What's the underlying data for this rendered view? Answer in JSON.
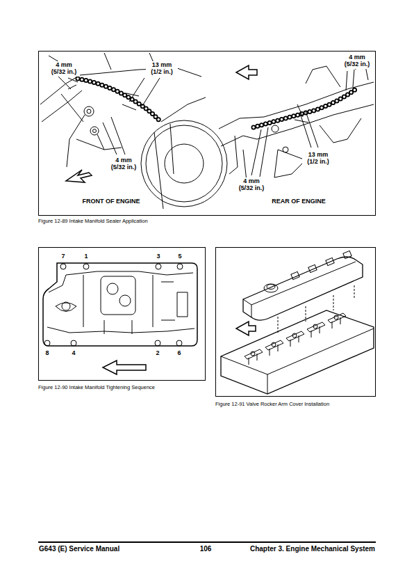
{
  "diagram": {
    "labels": [
      "4 mm (5/32 in.)",
      "13 mm (1/2 in.)",
      "4 mm (5/32 in.)",
      "FRONT OF ENGINE",
      "4 mm (5/32 in.)",
      "13 mm (1/2 in.)",
      "4 mm (5/32 in.)",
      "REAR OF ENGINE",
      "Figure 12-89 Intake Manifold Sealer Application",
      "7",
      "1",
      "3",
      "5",
      "8",
      "4",
      "2",
      "6",
      "Figure 12-90 Intake Manifold Tightening Sequence",
      "Figure 12-91 Valve Rocker Arm Cover Installation",
      "G643 (E) Service Manual",
      "106",
      "Chapter 3. Engine Mechanical System"
    ]
  }
}
